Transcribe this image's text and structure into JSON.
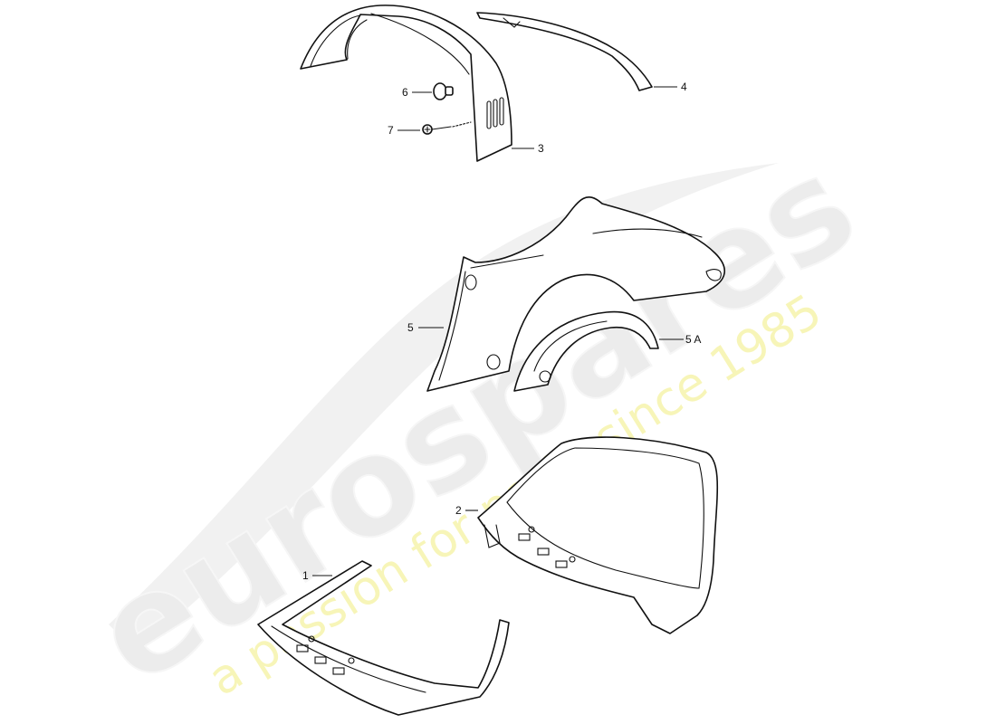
{
  "diagram": {
    "type": "exploded parts diagram",
    "subject": "rear quarter panel, wheel arch liner, roof frame and windscreen frame"
  },
  "watermark": {
    "logo_text": "eurospares",
    "tagline": "a passion for parts since 1985",
    "logo_color": "#ececec",
    "tagline_color": "#f7f5b8"
  },
  "callouts": [
    {
      "id": "1",
      "label": "1",
      "part": "windscreen frame section"
    },
    {
      "id": "2",
      "label": "2",
      "part": "roof / windscreen frame assembly"
    },
    {
      "id": "3",
      "label": "3",
      "part": "wheel arch liner"
    },
    {
      "id": "4",
      "label": "4",
      "part": "trim strip / gutter rail"
    },
    {
      "id": "5",
      "label": "5",
      "part": "rear quarter panel"
    },
    {
      "id": "5A",
      "label": "5 A",
      "part": "wheel arch section"
    },
    {
      "id": "6",
      "label": "6",
      "part": "clip / expanding rivet"
    },
    {
      "id": "7",
      "label": "7",
      "part": "self-tapping screw"
    }
  ]
}
